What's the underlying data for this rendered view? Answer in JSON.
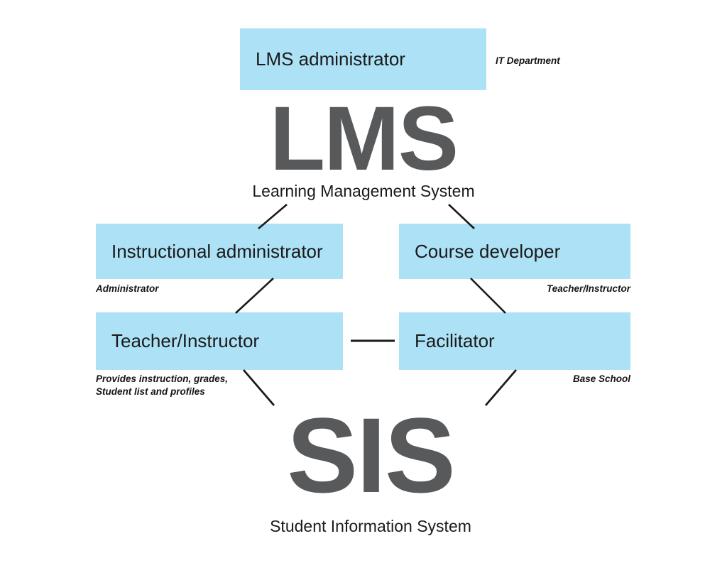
{
  "diagram": {
    "title": "LMS and SIS roles diagram",
    "colors": {
      "box_fill": "#ade1f5",
      "logo_gray": "#58595b",
      "text": "#1a1a1a",
      "connector": "#1a1a1a"
    },
    "systems": [
      {
        "acronym": "LMS",
        "name": "Learning Management System"
      },
      {
        "acronym": "SIS",
        "name": "Student Information System"
      }
    ],
    "roles": [
      {
        "label": "LMS administrator",
        "caption": "IT Department",
        "caption_align": "right"
      },
      {
        "label": "Instructional administrator",
        "caption": "Administrator",
        "caption_align": "left"
      },
      {
        "label": "Course developer",
        "caption": "Teacher/Instructor",
        "caption_align": "right"
      },
      {
        "label": "Teacher/Instructor",
        "caption": "Provides instruction, grades,\nStudent list and profiles",
        "caption_align": "left"
      },
      {
        "label": "Facilitator",
        "caption": "Base School",
        "caption_align": "right"
      }
    ]
  }
}
